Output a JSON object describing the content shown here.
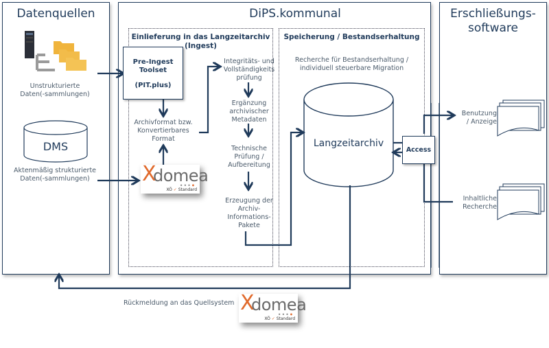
{
  "colors": {
    "primary": "#1f3a5a",
    "accent": "#e06a2c",
    "folder": "#f0b43c"
  },
  "panels": {
    "sources": {
      "title": "Datenquellen",
      "unstructured_label_1": "Unstrukturierte",
      "unstructured_label_2": "Daten(-sammlungen)",
      "dms_label": "DMS",
      "structured_label_1": "Aktenmäßig strukturierte",
      "structured_label_2": "Daten(-sammlungen)"
    },
    "dips": {
      "title": "DiPS.kommunal",
      "ingest": {
        "title_1": "Einlieferung in das Langzeitarchiv",
        "title_2": "(Ingest)",
        "toolset_1": "Pre-Ingest",
        "toolset_2": "Toolset",
        "toolset_3": "(PIT.plus)",
        "format_1": "Archivformat bzw.",
        "format_2": "Konvertierbares",
        "format_3": "Format",
        "steps": [
          [
            "Integritäts- und",
            "Vollständigkeits",
            "prüfung"
          ],
          [
            "Ergänzung",
            "archivischer",
            "Metadaten"
          ],
          [
            "Technische",
            "Prüfung /",
            "Aufbereitung"
          ],
          [
            "Erzeugung der",
            "Archiv-",
            "Informations-",
            "Pakete"
          ]
        ]
      },
      "storage": {
        "title": "Speicherung / Bestandserhaltung",
        "note_1": "Recherche für Bestandserhaltung /",
        "note_2": "individuell steuerbare Migration",
        "archive_label": "Langzeitarchiv",
        "access_label": "Access"
      }
    },
    "erschliessung": {
      "title_1": "Erschließungs-",
      "title_2": "software",
      "usage_1": "Benutzung",
      "usage_2": "/ Anzeige",
      "research_1": "Inhaltliche",
      "research_2": "Recherche"
    }
  },
  "logo": {
    "x": "X",
    "text": "domea",
    "standard_prefix": "XÖ",
    "check": "✓",
    "standard": "Standard"
  },
  "feedback_label": "Rückmeldung an das Quellsystem"
}
